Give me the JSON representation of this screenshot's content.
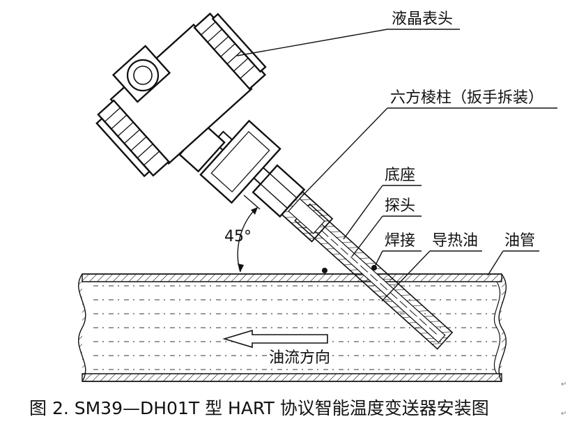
{
  "labels": {
    "lcd_head": "液晶表头",
    "hex_column": "六方棱柱（扳手拆装）",
    "base": "底座",
    "probe": "探头",
    "weld": "焊接",
    "thermal_oil": "导热油",
    "oil_pipe": "油管",
    "angle": "45°",
    "flow_direction": "油流方向"
  },
  "caption": "图 2.  SM39—DH01T 型 HART 协议智能温度变送器安装图",
  "paragraph_mark": "↵"
}
